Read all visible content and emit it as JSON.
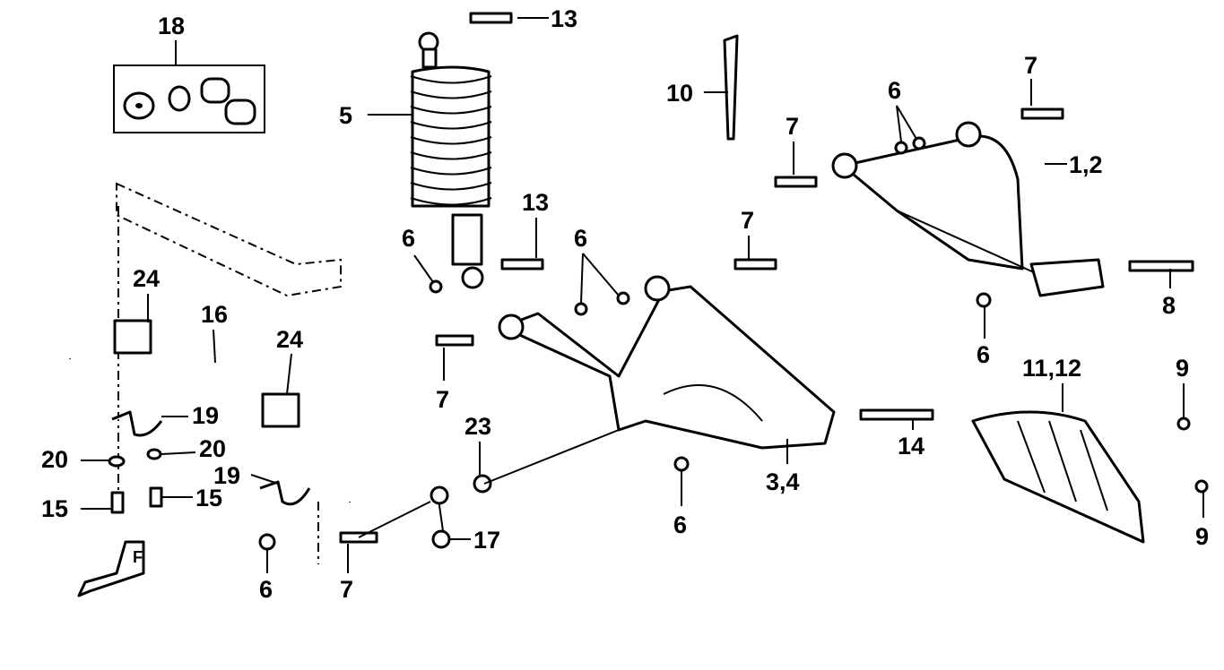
{
  "diagram": {
    "title": "Front suspension exploded parts diagram",
    "callouts": {
      "c18": "18",
      "c13a": "13",
      "c5": "5",
      "c10": "10",
      "c7a": "7",
      "c6a": "6",
      "c7b": "7",
      "c12a": "1,2",
      "c13b": "13",
      "c7c": "7",
      "c6b": "6",
      "c6c": "6",
      "c24a": "24",
      "c16": "16",
      "c24b": "24",
      "c8": "8",
      "c6d": "6",
      "c1112": "11,12",
      "c9a": "9",
      "c7d": "7",
      "c23": "23",
      "c19a": "19",
      "c20a": "20",
      "c20b": "20",
      "c14": "14",
      "c34": "3,4",
      "c19b": "19",
      "c15a": "15",
      "c15b": "15",
      "c17": "17",
      "c6e": "6",
      "c9b": "9",
      "c6f": "6",
      "c7e": "7"
    },
    "front_marker": "F"
  }
}
